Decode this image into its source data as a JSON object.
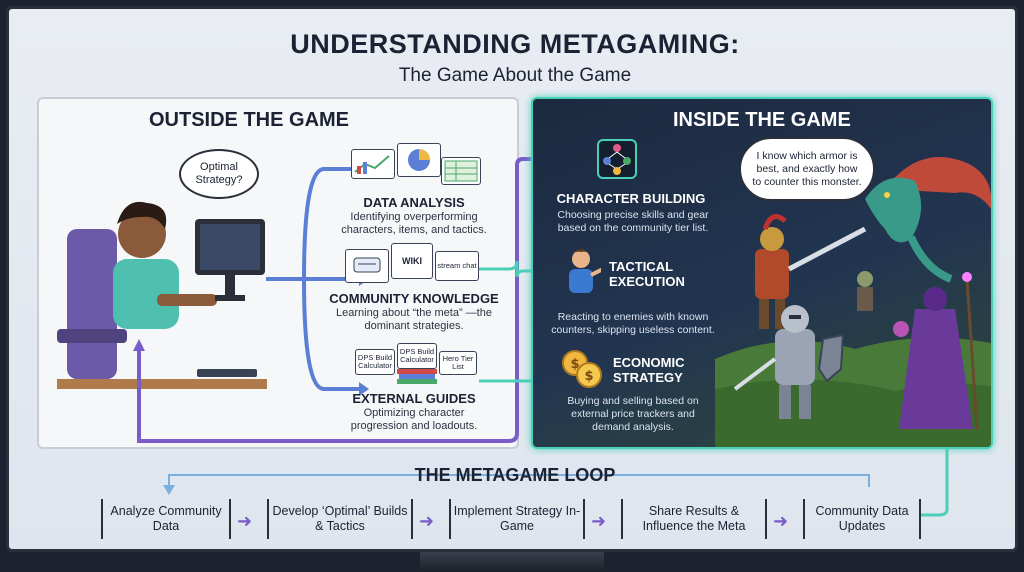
{
  "header": {
    "title": "UNDERSTANDING METAGAMING:",
    "subtitle": "The Game About the Game"
  },
  "outside": {
    "heading": "OUTSIDE THE GAME",
    "thought": "Optimal Strategy?",
    "sections": [
      {
        "title": "DATA ANALYSIS",
        "desc": "Identifying overperforming characters, items, and tactics."
      },
      {
        "title": "COMMUNITY KNOWLEDGE",
        "desc": "Learning about “the meta” —the dominant strategies."
      },
      {
        "title": "EXTERNAL GUIDES",
        "desc": "Optimizing character progression and loadouts."
      }
    ],
    "icon_labels": {
      "wiki": "WIKI",
      "stream_chat": "stream chat",
      "dps_calc": "DPS Build Calculator",
      "dps_calc2": "DPS Build Calculator",
      "tier_list": "Hero Tier List"
    }
  },
  "inside": {
    "heading": "INSIDE THE GAME",
    "speech": "I know which armor is best, and exactly how to counter this monster.",
    "sections": [
      {
        "title": "CHARACTER BUILDING",
        "desc": "Choosing precise skills and gear based on the community tier list."
      },
      {
        "title": "TACTICAL EXECUTION",
        "desc": "Reacting to enemies with known counters, skipping useless content."
      },
      {
        "title": "ECONOMIC STRATEGY",
        "desc": "Buying and selling based on external price trackers and demand analysis."
      }
    ]
  },
  "loop": {
    "heading": "THE METAGAME LOOP",
    "steps": [
      "Analyze Community Data",
      "Develop ‘Optimal’ Builds & Tactics",
      "Implement Strategy In-Game",
      "Share Results & Influence the Meta",
      "Community Data Updates"
    ]
  },
  "colors": {
    "accent_teal": "#4ad0b8",
    "accent_purple": "#7a5cc8",
    "arrow_blue": "#5b7fd6"
  }
}
